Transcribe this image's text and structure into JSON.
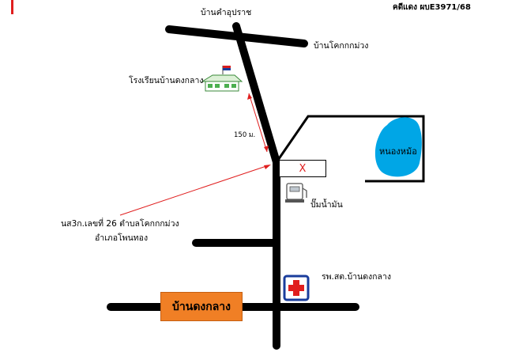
{
  "case_number": "คดีแดง ผบE3971/68",
  "labels": {
    "village_north": "บ้านคำอุปราช",
    "village_northeast": "บ้านโคกกกม่วง",
    "school": "โรงเรียนบ้านดงกลาง",
    "distance": "150 ม.",
    "pond": "หนองหม้อ",
    "location_mark": "X",
    "gas_station": "ปั๊มน้ำมัน",
    "address_line1": "นส3ก.เลขที่ 26  ตำบลโคกกกม่วง",
    "address_line2": "อำเภอโพนทอง",
    "hospital": "รพ.สต.บ้านดงกลาง",
    "village_main": "บ้านดงกลาง"
  },
  "colors": {
    "road": "#000000",
    "pointer": "#e01e1e",
    "pond": "#00a6e6",
    "village_box": "#f07f25",
    "hospital_frame": "#1a3d9c",
    "hospital_cross": "#e01e1e",
    "school_building": "#4caf50",
    "flag": "#d81e1e"
  },
  "icons": {
    "school": "school-building-icon",
    "gas_station": "gas-pump-icon",
    "hospital": "red-cross-icon",
    "location": "x-mark-icon"
  }
}
